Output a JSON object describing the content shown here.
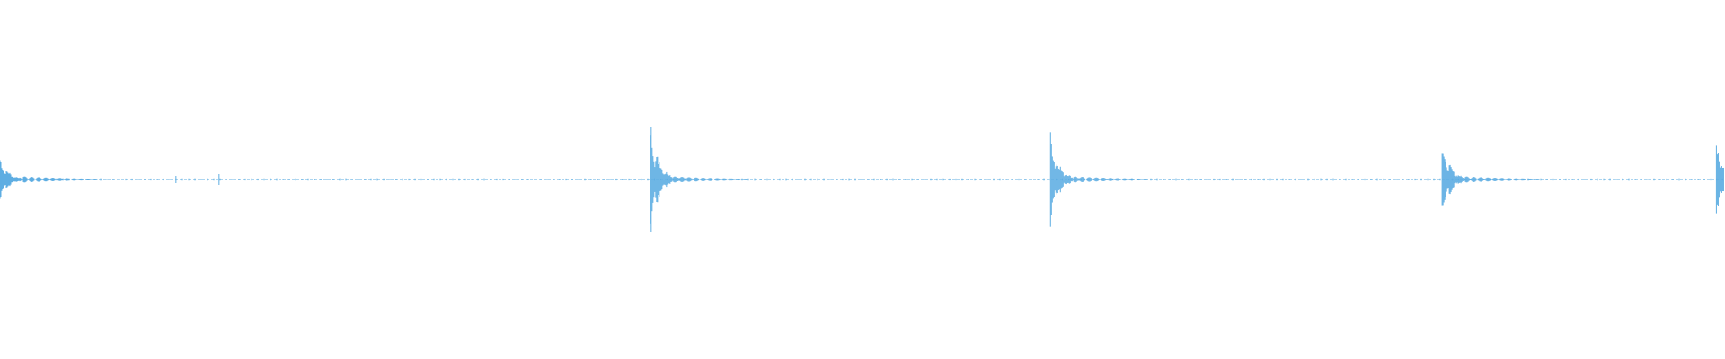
{
  "waveform": {
    "wave_color": "#5dade2",
    "background_color": "#ffffff",
    "onsets_fraction": [
      0.0,
      0.377,
      0.609,
      0.836,
      0.995
    ],
    "peak_amplitudes": [
      0.27,
      0.72,
      0.55,
      0.45,
      0.5
    ],
    "minor_ticks_fraction": [
      0.102,
      0.127
    ],
    "baseline_dashed": true
  }
}
